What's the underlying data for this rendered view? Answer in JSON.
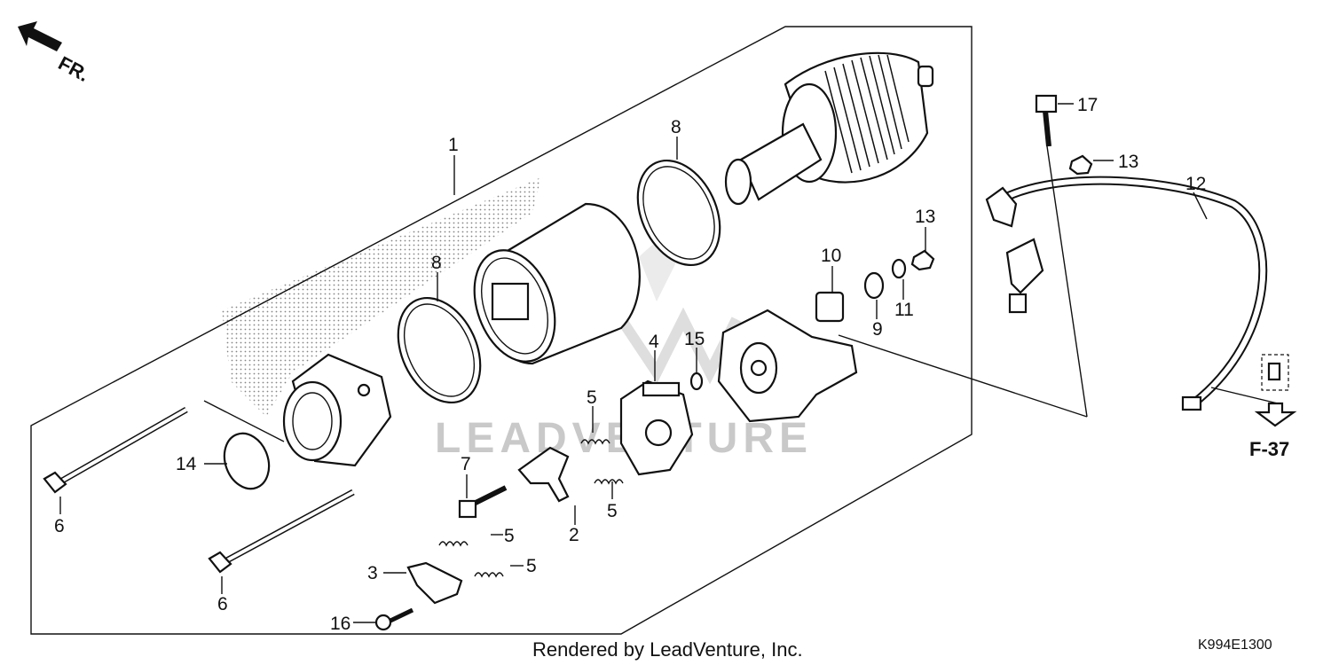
{
  "orientation": {
    "label": "FR."
  },
  "callouts": {
    "c1": "1",
    "c2": "2",
    "c3": "3",
    "c4": "4",
    "c5a": "5",
    "c5b": "5",
    "c5c": "5",
    "c5d": "5",
    "c6a": "6",
    "c6b": "6",
    "c7": "7",
    "c8a": "8",
    "c8b": "8",
    "c9": "9",
    "c10": "10",
    "c11": "11",
    "c12": "12",
    "c13a": "13",
    "c13b": "13",
    "c14": "14",
    "c15": "15",
    "c16": "16",
    "c17": "17"
  },
  "reference": {
    "label": "F-37"
  },
  "watermark": {
    "text": "LEADVENTURE"
  },
  "footer": {
    "credit": "Rendered by LeadVenture, Inc.",
    "diagram_code": "K994E1300"
  }
}
